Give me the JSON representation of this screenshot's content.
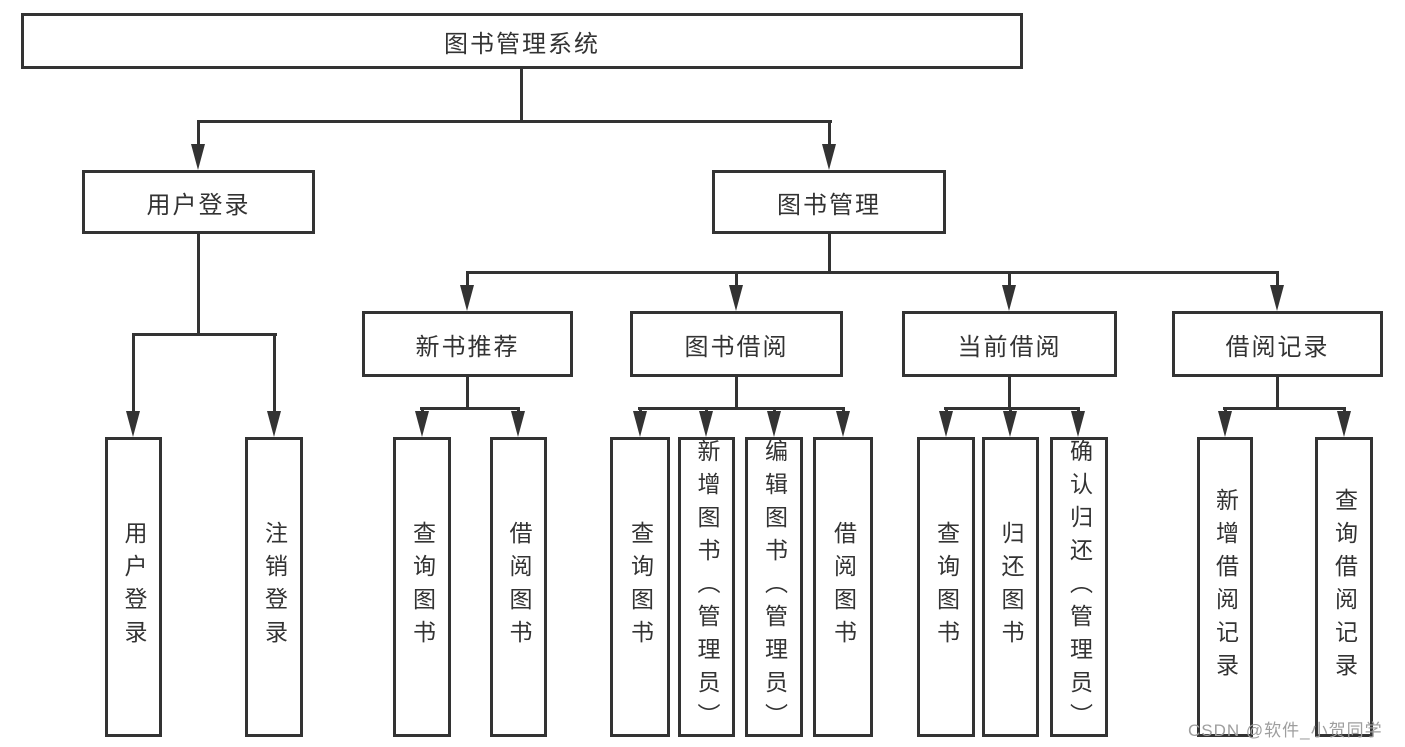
{
  "tree": {
    "label": "图书管理系统",
    "children": [
      {
        "label": "用户登录",
        "children": [
          {
            "label": "用户登录"
          },
          {
            "label": "注销登录"
          }
        ]
      },
      {
        "label": "图书管理",
        "children": [
          {
            "label": "新书推荐",
            "children": [
              {
                "label": "查询图书"
              },
              {
                "label": "借阅图书"
              }
            ]
          },
          {
            "label": "图书借阅",
            "children": [
              {
                "label": "查询图书"
              },
              {
                "label": "新增图书（管理员）"
              },
              {
                "label": "编辑图书（管理员）"
              },
              {
                "label": "借阅图书"
              }
            ]
          },
          {
            "label": "当前借阅",
            "children": [
              {
                "label": "查询图书"
              },
              {
                "label": "归还图书"
              },
              {
                "label": "确认归还（管理员）"
              }
            ]
          },
          {
            "label": "借阅记录",
            "children": [
              {
                "label": "新增借阅记录"
              },
              {
                "label": "查询借阅记录"
              }
            ]
          }
        ]
      }
    ]
  },
  "watermark": {
    "text": "CSDN @软件_小贺同学",
    "color": "#9e9e9e"
  },
  "colors": {
    "line": "#333333",
    "text": "#333333",
    "background": "#ffffff"
  }
}
